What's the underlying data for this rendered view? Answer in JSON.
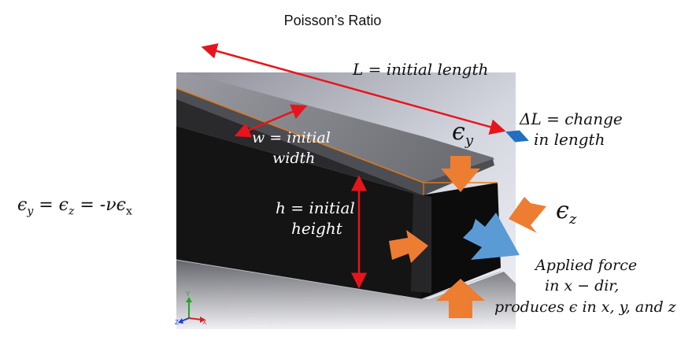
{
  "title": "Poisson’s Ratio",
  "labels": {
    "length": "L = initial length",
    "delta_l_line1": "ΔL = change",
    "delta_l_line2": "in length",
    "width_line1": "w = initial",
    "width_line2": "width",
    "height_line1": "h = initial",
    "height_line2": "height",
    "eps_y": "ϵ",
    "eps_y_sub": "y",
    "eps_z": "ϵ",
    "eps_z_sub": "z",
    "force_line1": "Applied force",
    "force_line2": "in x − dir,",
    "force_line3": "produces ϵ in x, y, and z"
  },
  "equation": {
    "lhs": "ϵ",
    "lhs_sub": "y",
    "eq1": " = ϵ",
    "mid_sub": "z",
    "rhs": " = -νϵ",
    "rhs_sub": "x"
  },
  "axis_triad": {
    "y": "Y",
    "x": "X",
    "z": "Z"
  },
  "colors": {
    "dimension_arrow": "#e8141b",
    "delta_arrow": "#1f6fc4",
    "strain_arrow": "#ed7d31",
    "force_arrow": "#5b9bd5",
    "beam_body": "#141414",
    "edge_highlight": "#e07a1a"
  }
}
